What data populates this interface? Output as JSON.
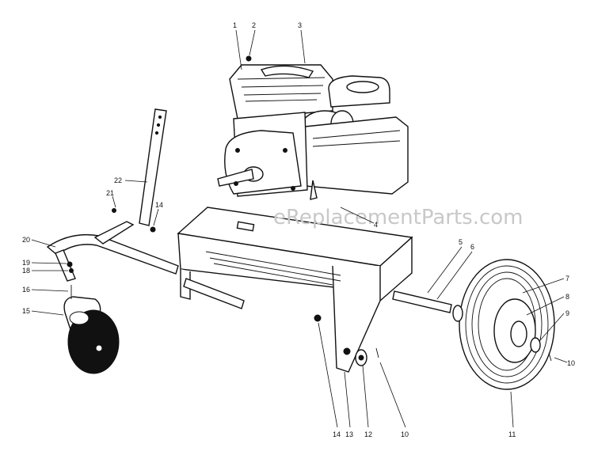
{
  "watermark": "eReplacementParts.com",
  "callouts": [
    {
      "id": "c1",
      "text": "1"
    },
    {
      "id": "c2",
      "text": "2"
    },
    {
      "id": "c3",
      "text": "3"
    },
    {
      "id": "c4",
      "text": "4"
    },
    {
      "id": "c5",
      "text": "5"
    },
    {
      "id": "c6",
      "text": "6"
    },
    {
      "id": "c7",
      "text": "7"
    },
    {
      "id": "c8",
      "text": "8"
    },
    {
      "id": "c9",
      "text": "9"
    },
    {
      "id": "c10a",
      "text": "10"
    },
    {
      "id": "c10b",
      "text": "10"
    },
    {
      "id": "c11",
      "text": "11"
    },
    {
      "id": "c12",
      "text": "12"
    },
    {
      "id": "c13",
      "text": "13"
    },
    {
      "id": "c14a",
      "text": "14"
    },
    {
      "id": "c14b",
      "text": "14"
    },
    {
      "id": "c15",
      "text": "15"
    },
    {
      "id": "c16",
      "text": "16"
    },
    {
      "id": "c18",
      "text": "18"
    },
    {
      "id": "c19",
      "text": "19"
    },
    {
      "id": "c20",
      "text": "20"
    },
    {
      "id": "c21",
      "text": "21"
    },
    {
      "id": "c22",
      "text": "22"
    }
  ]
}
